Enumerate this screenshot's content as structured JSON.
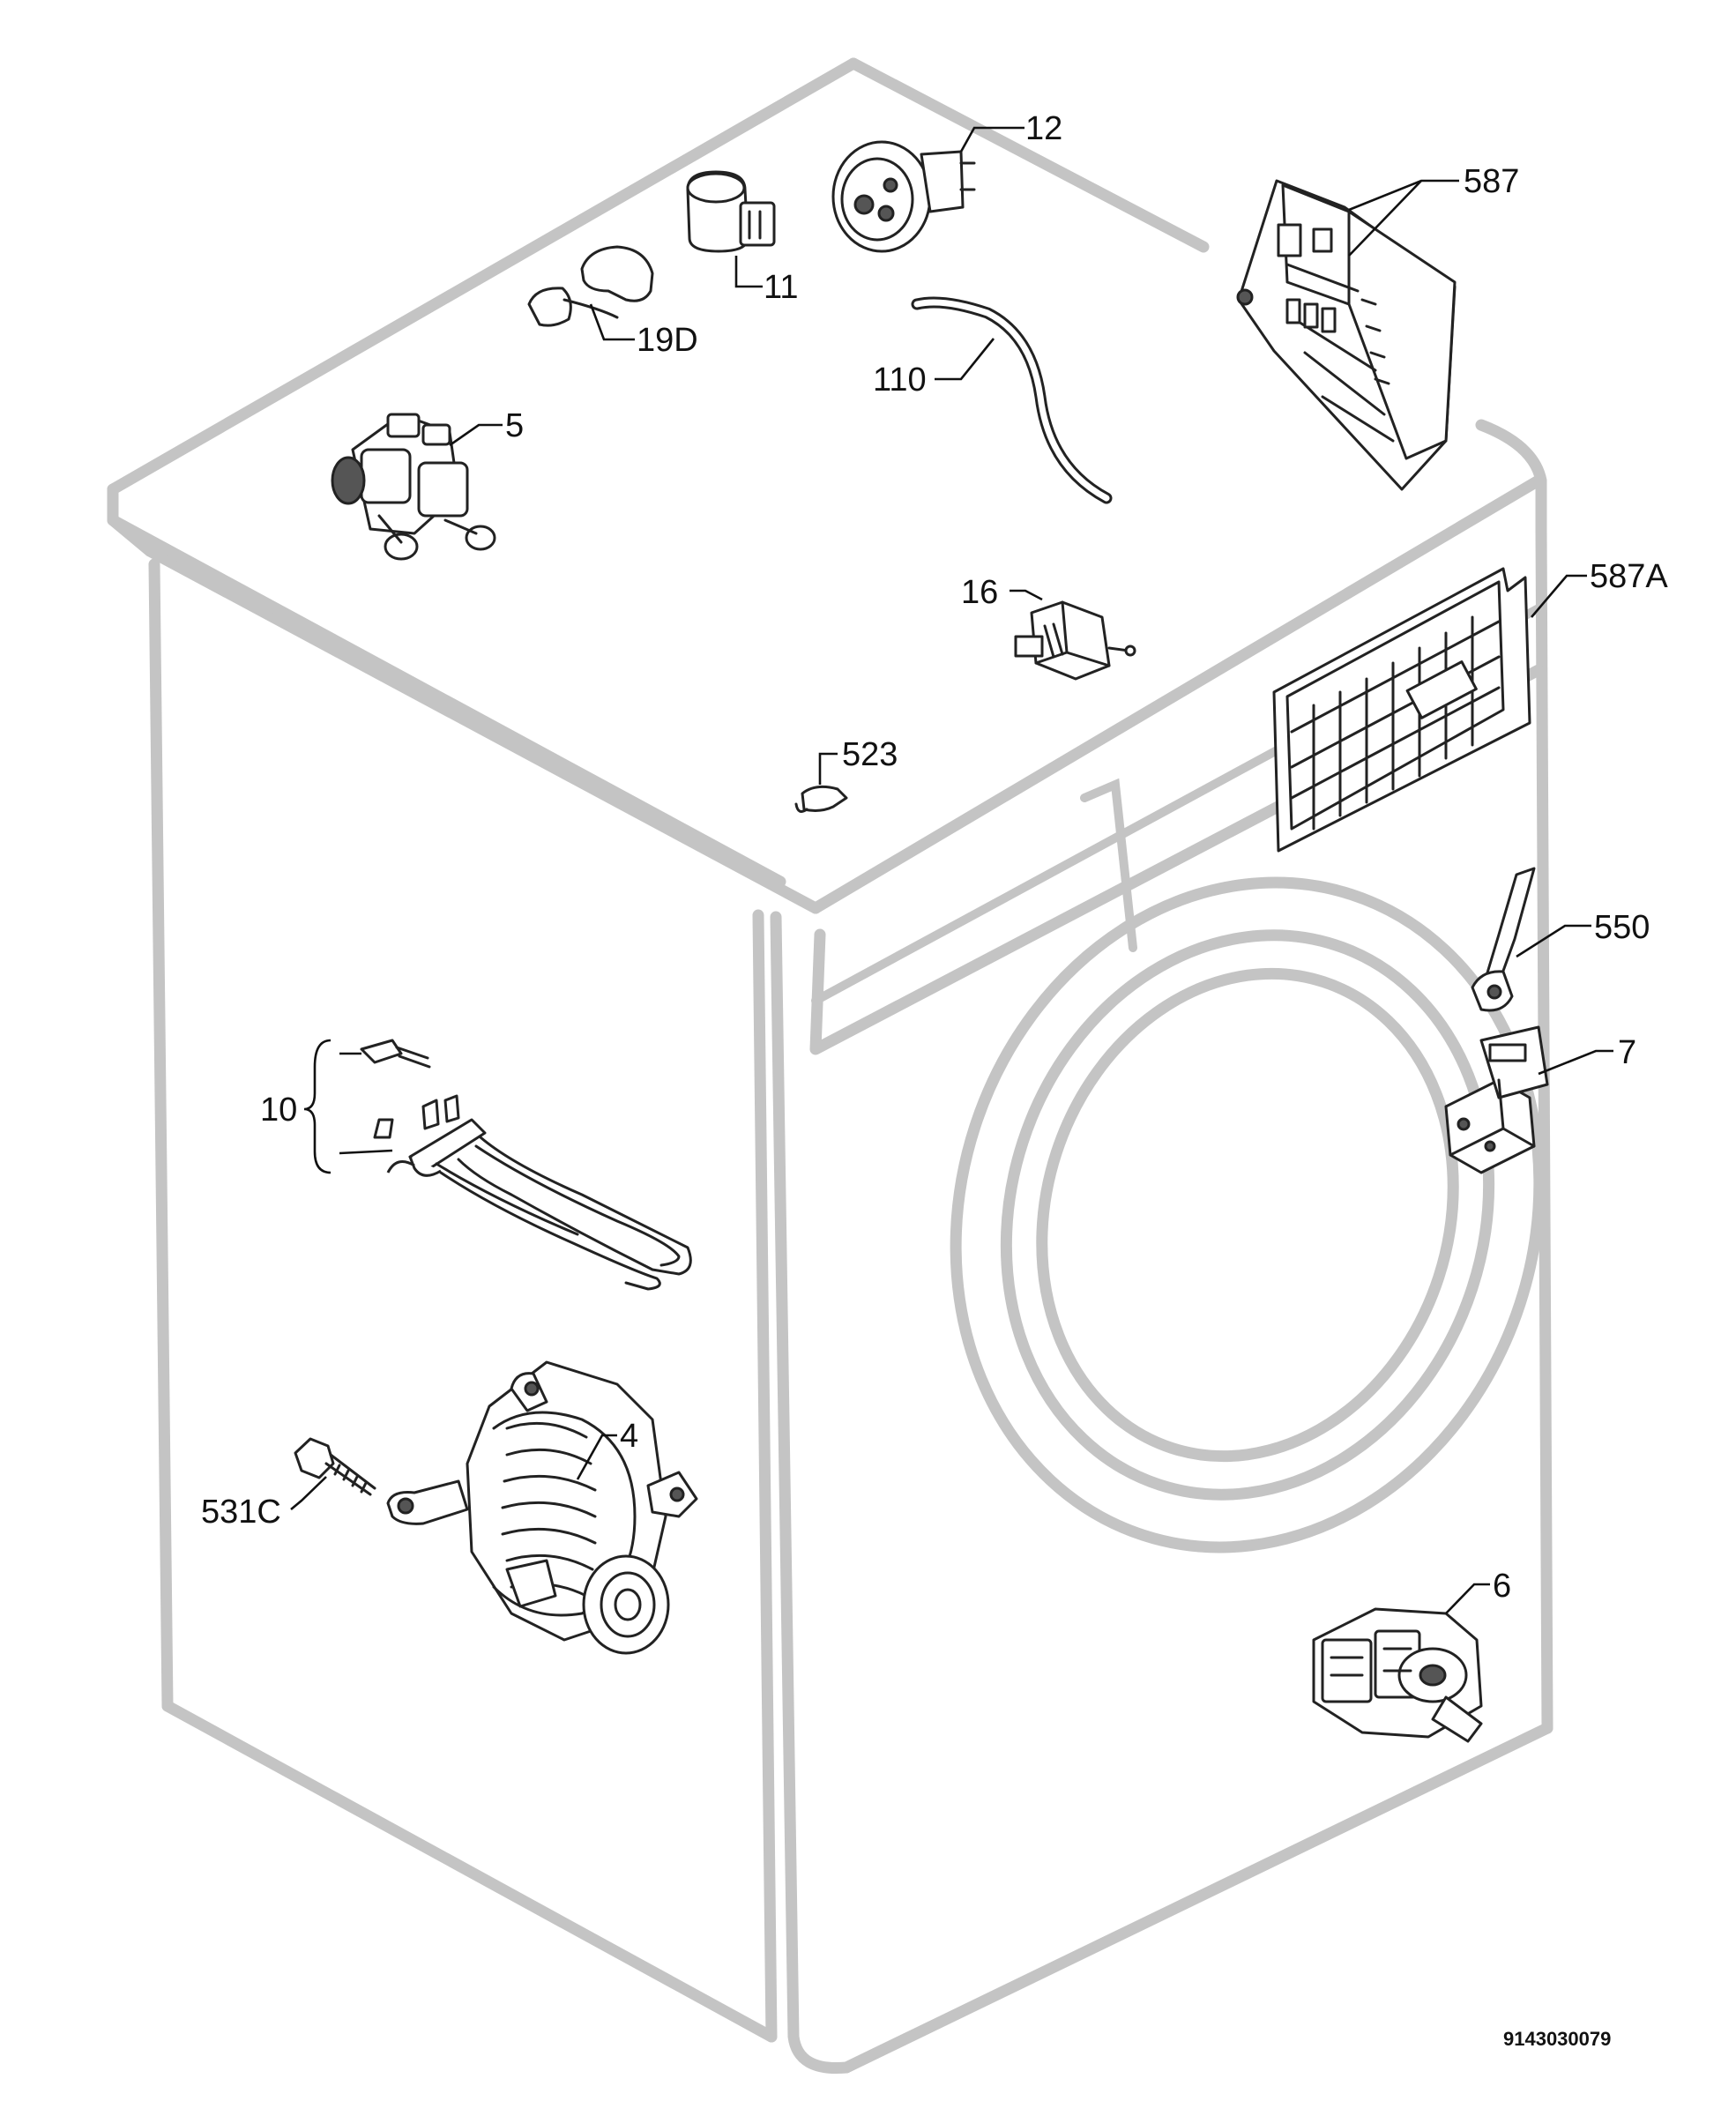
{
  "labels": {
    "p12": "12",
    "p587": "587",
    "p11": "11",
    "p19D": "19D",
    "p110": "110",
    "p5": "5",
    "p587A": "587A",
    "p16": "16",
    "p523": "523",
    "p550": "550",
    "p7": "7",
    "p10": "10",
    "p4": "4",
    "p531C": "531C",
    "p6": "6"
  },
  "reference_number": "9143030079"
}
